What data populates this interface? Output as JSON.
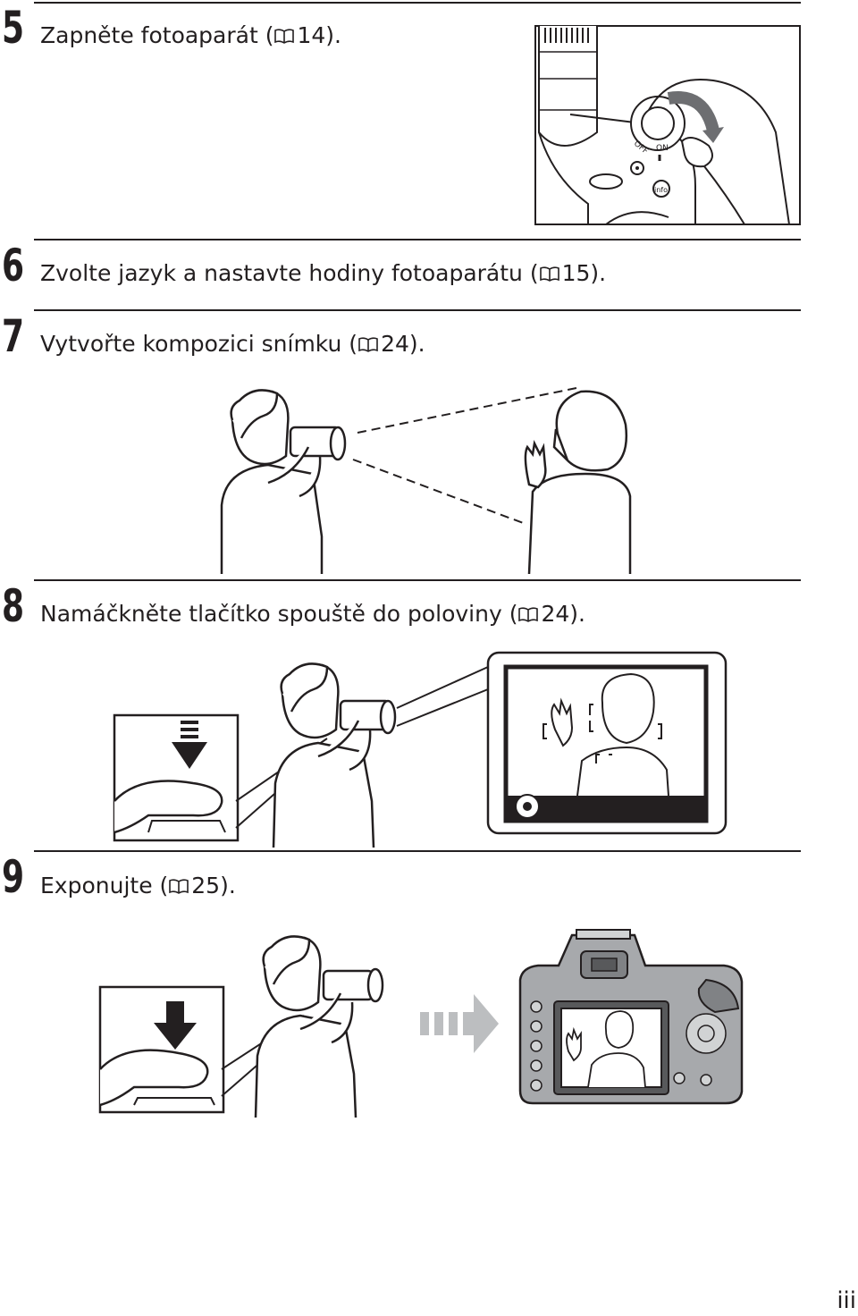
{
  "steps": [
    {
      "number": "5",
      "text_before": "Zapněte fotoaparát (",
      "page_ref": "14",
      "text_after": ")."
    },
    {
      "number": "6",
      "text_before": "Zvolte jazyk a nastavte hodiny fotoaparátu (",
      "page_ref": "15",
      "text_after": ")."
    },
    {
      "number": "7",
      "text_before": "Vytvořte kompozici snímku (",
      "page_ref": "24",
      "text_after": ")."
    },
    {
      "number": "8",
      "text_before": "Namáčkněte tlačítko spouště do poloviny (",
      "page_ref": "24",
      "text_after": ")."
    },
    {
      "number": "9",
      "text_before": "Exponujte (",
      "page_ref": "25",
      "text_after": ")."
    }
  ],
  "illustrations": {
    "power_switch": {
      "off_label": "OFF",
      "on_label": "ON",
      "info_label": "info"
    }
  },
  "icons": [
    "book-reference-icon"
  ],
  "page_number": "iii"
}
